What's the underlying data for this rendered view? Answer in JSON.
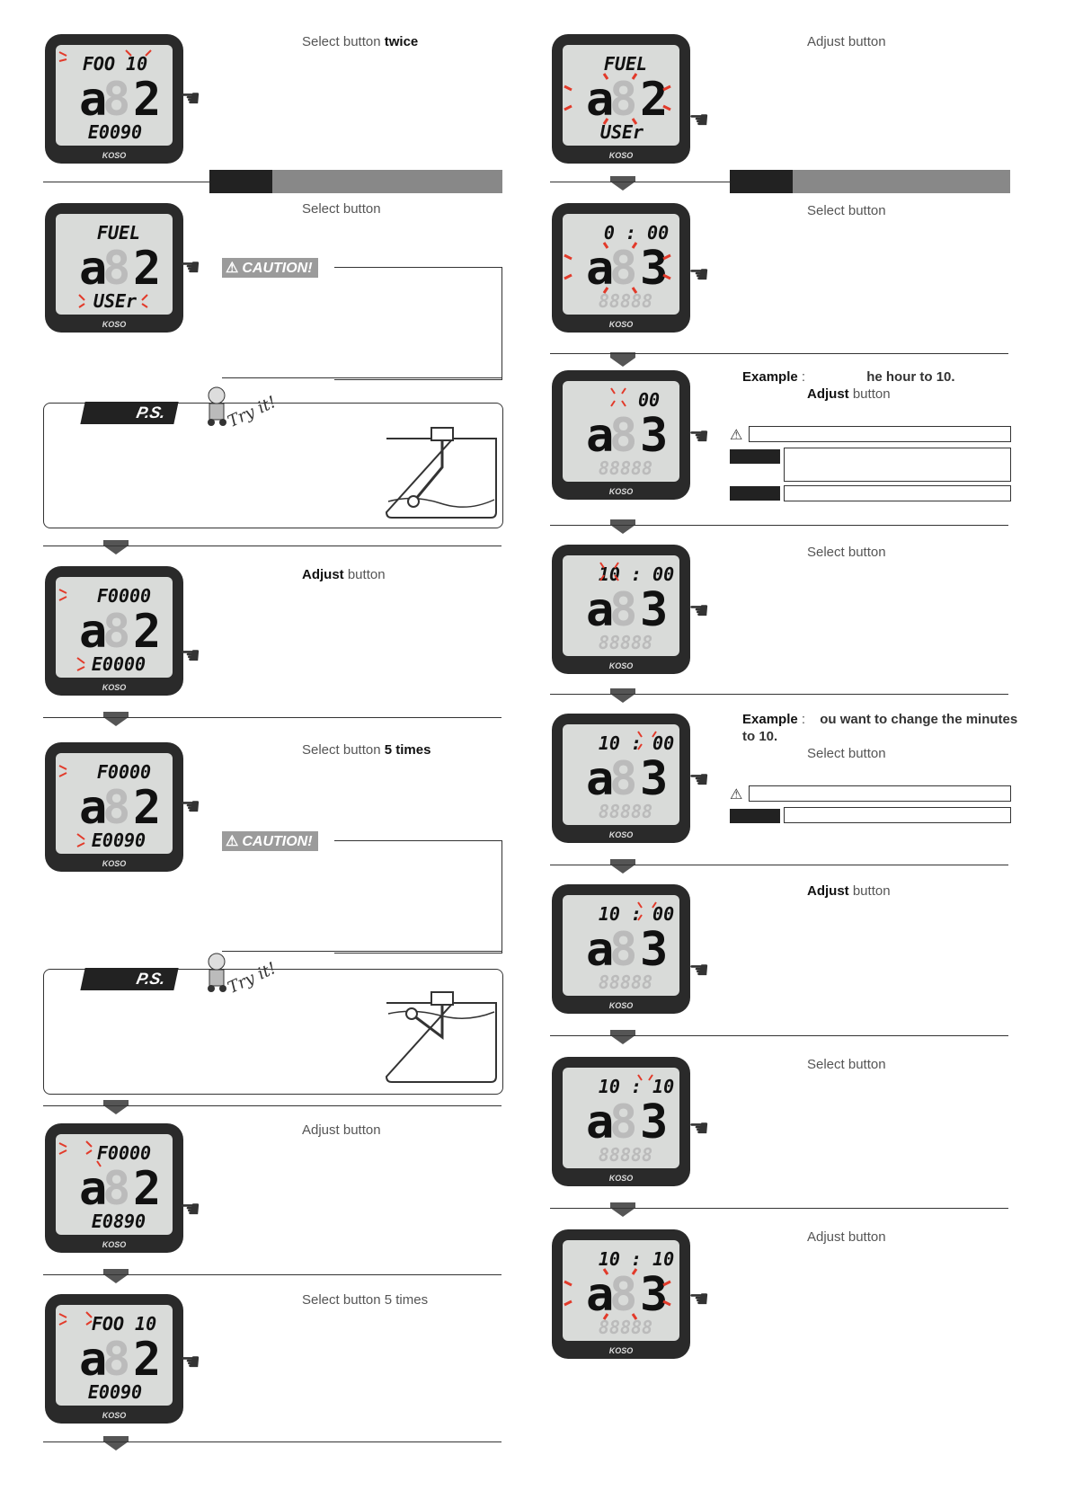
{
  "left": {
    "steps": [
      {
        "top": "FOO 10",
        "mid": "2",
        "bot": "E0090",
        "text": "Select button",
        "suffix": "twice"
      },
      {
        "top": "FUEL",
        "mid": "2",
        "bot": "USEr",
        "text": "Select button",
        "suffix": ""
      },
      {
        "top": "F0000",
        "mid": "2",
        "bot": "E0000",
        "text": "Adjust button",
        "bold_word": "Adjust"
      },
      {
        "top": "F0000",
        "mid": "2",
        "bot": "E0090",
        "text": "Select button",
        "suffix": "5 times"
      },
      {
        "top": "F0000",
        "mid": "2",
        "bot": "E0890",
        "text": "Adjust button"
      },
      {
        "top": "FOO 10",
        "mid": "2",
        "bot": "E0090",
        "text": "Select button 5 times"
      }
    ],
    "caution1": "CAUTION!",
    "caution2": "CAUTION!",
    "ps1": "P.S.",
    "ps2": "P.S.",
    "tryit": "Try it!",
    "logo": "KOSO"
  },
  "right": {
    "steps": [
      {
        "top": "FUEL",
        "mid": "2",
        "bot": "USEr",
        "text": "Adjust button"
      },
      {
        "top": "0 : 00",
        "mid": "3",
        "bot": "88888",
        "text": "Select button"
      },
      {
        "top": "00",
        "mid": "3",
        "bot": "88888",
        "example_label": "Example",
        "colon": ":",
        "example_text": "he hour to 10.",
        "text": "Adjust button",
        "bold_word": "Adjust"
      },
      {
        "top": "10 : 00",
        "mid": "3",
        "bot": "88888",
        "text": "Select button"
      },
      {
        "top": "10 : 00",
        "mid": "3",
        "bot": "88888",
        "example_label": "Example",
        "colon": ":",
        "example_text": "ou want to change the minutes",
        "example_text2": "to 10.",
        "text": "Select button"
      },
      {
        "top": "10 : 00",
        "mid": "3",
        "bot": "88888",
        "text": "Adjust button",
        "bold_word": "Adjust"
      },
      {
        "top": "10 : 10",
        "mid": "3",
        "bot": "88888",
        "text": "Select button"
      },
      {
        "top": "10 : 10",
        "mid": "3",
        "bot": "88888",
        "text": "Adjust button"
      }
    ]
  },
  "colors": {
    "accent_red": "#e23a2a",
    "bar_gray": "#8a8a8a",
    "dark": "#222222"
  }
}
